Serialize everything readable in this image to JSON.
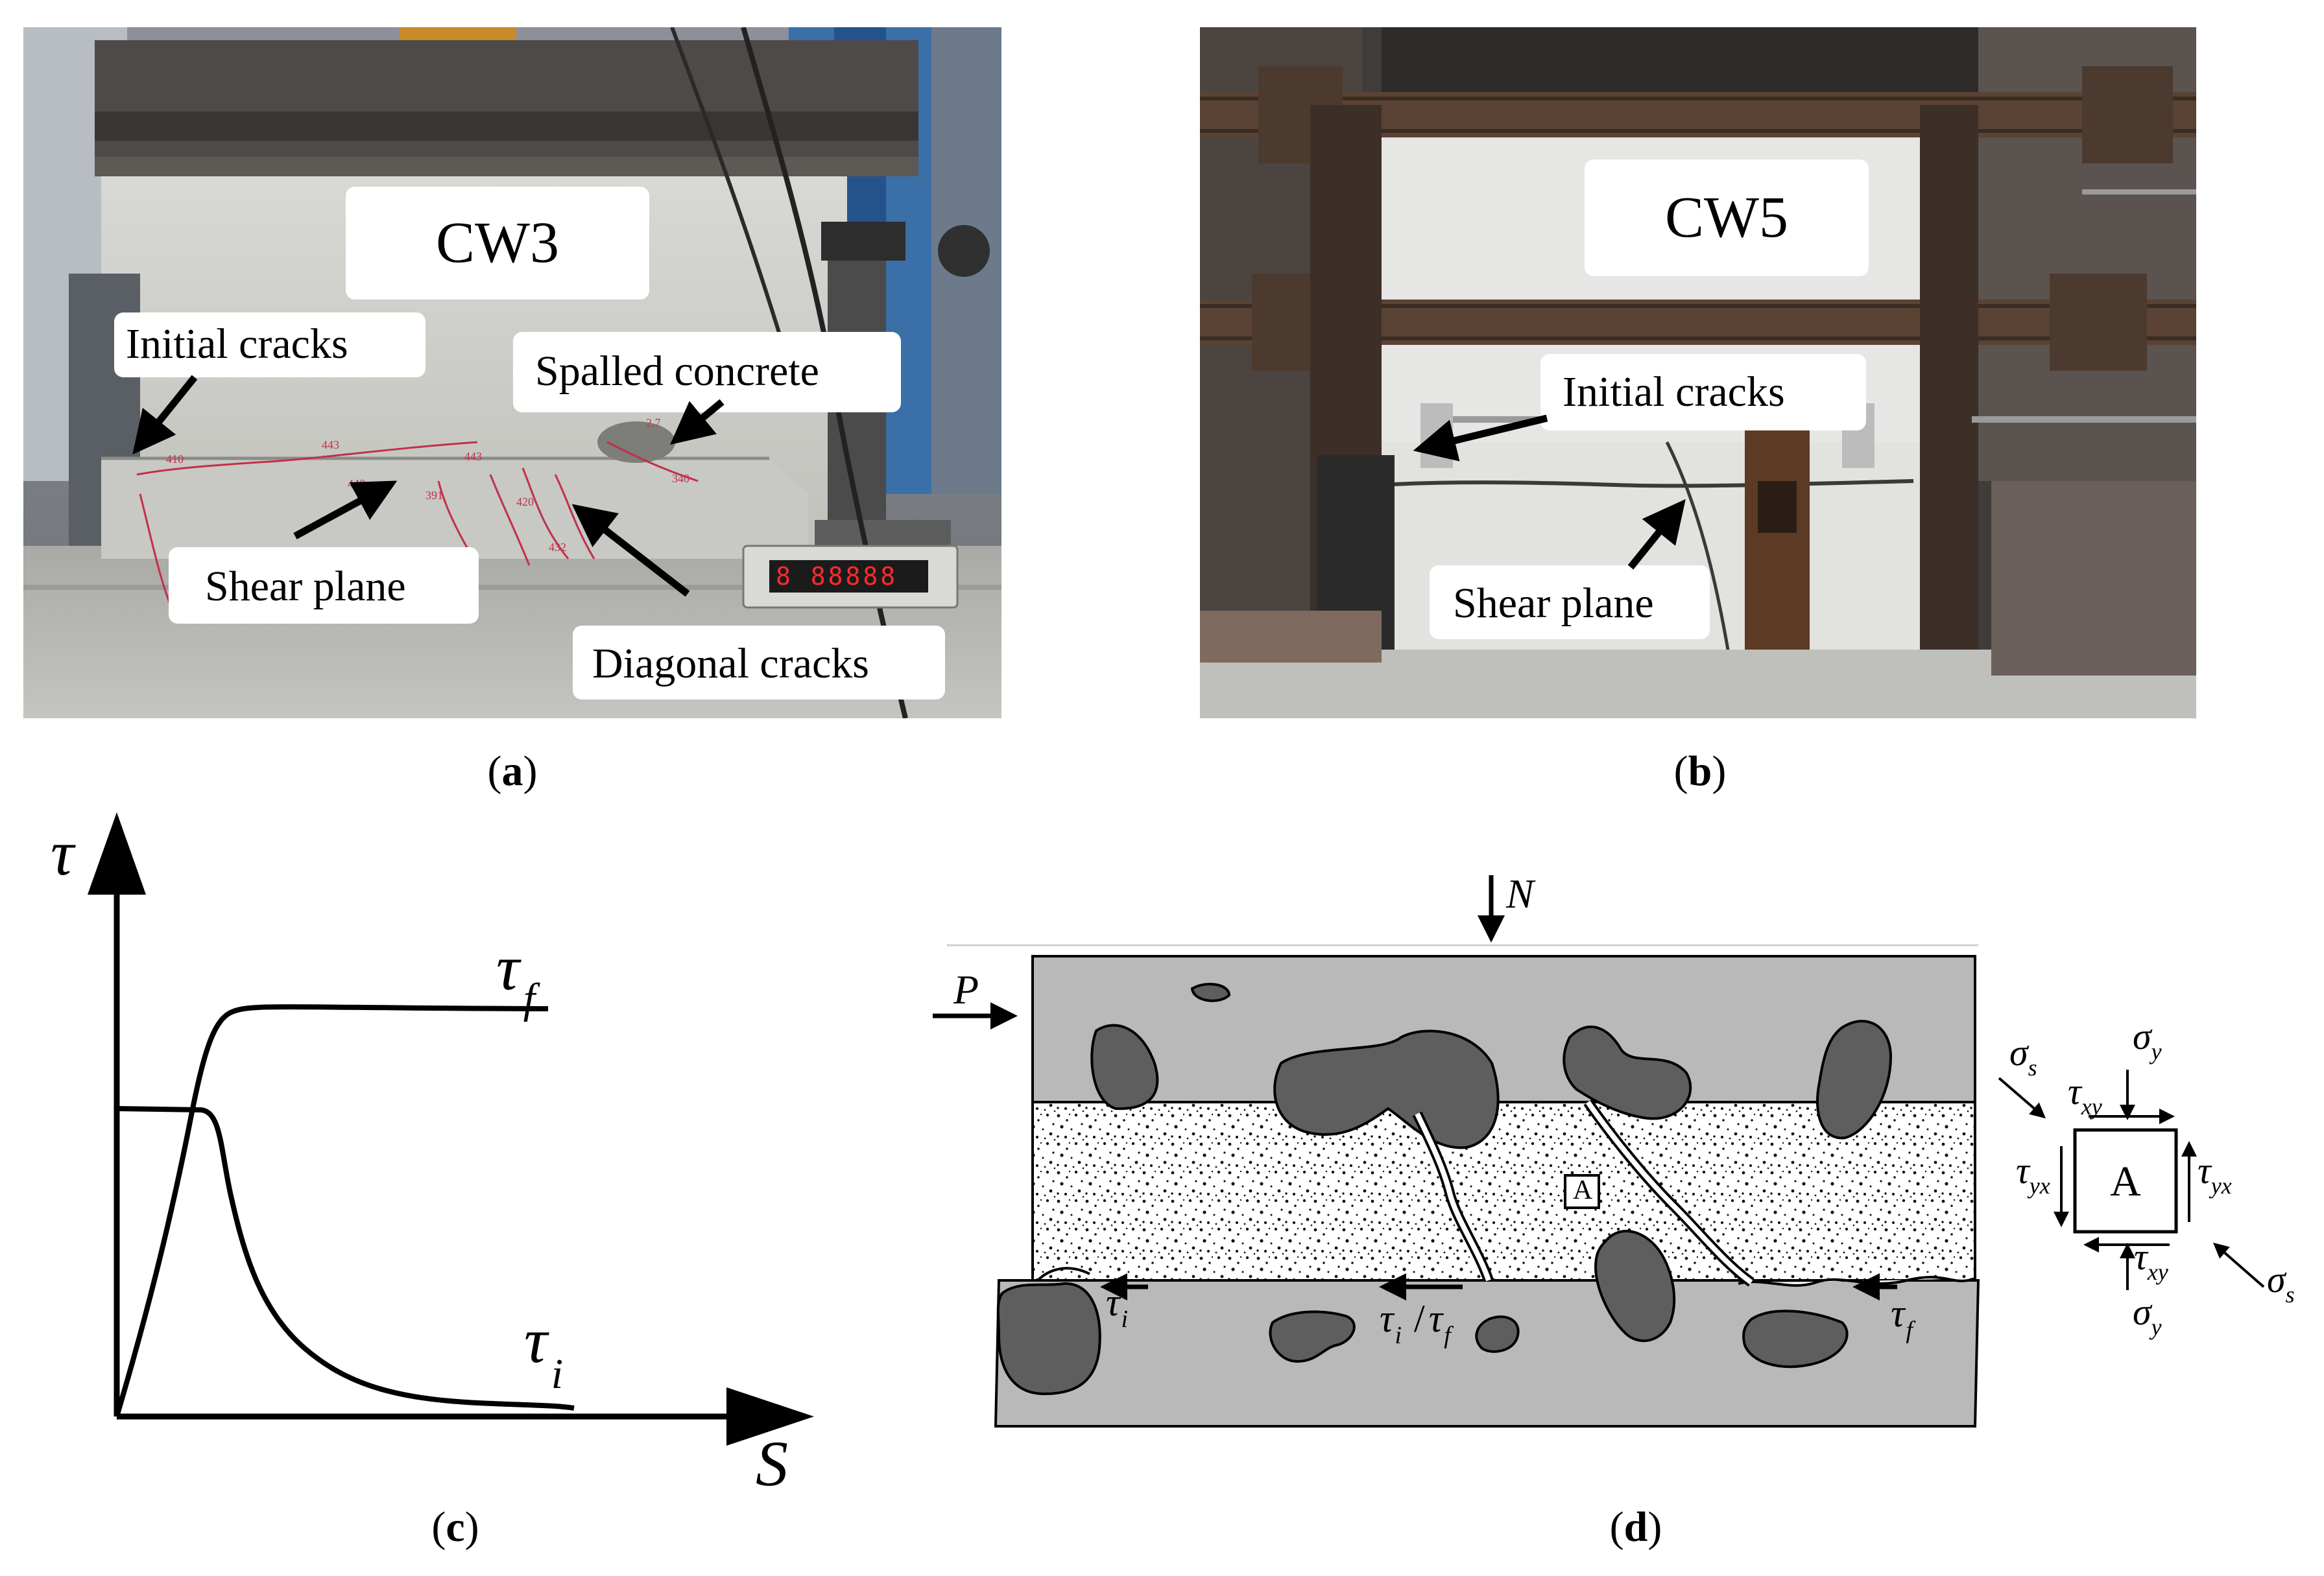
{
  "panels": {
    "a": {
      "label_open": "(",
      "label_letter": "a",
      "label_close": ")",
      "specimen": "CW3",
      "callouts": {
        "initial_cracks": "Initial cracks",
        "spalled_concrete": "Spalled concrete",
        "shear_plane": "Shear plane",
        "diagonal_cracks": "Diagonal cracks"
      },
      "display_readout": "8 88888"
    },
    "b": {
      "label_open": "(",
      "label_letter": "b",
      "label_close": ")",
      "specimen": "CW5",
      "callouts": {
        "initial_cracks": "Initial cracks",
        "shear_plane": "Shear plane"
      }
    },
    "c": {
      "label_open": "(",
      "label_letter": "c",
      "label_close": ")",
      "y_axis_symbol": "τ",
      "x_axis_symbol": "S",
      "curve_f_symbol": "τ",
      "curve_f_subscript": "f",
      "curve_i_symbol": "τ",
      "curve_i_subscript": "i"
    },
    "d": {
      "label_open": "(",
      "label_letter": "d",
      "label_close": ")",
      "normal_force": "N",
      "lateral_force": "P",
      "element_label": "A",
      "interface_left_symbol": "τ",
      "interface_left_subscript": "i",
      "interface_mid_symbol_1": "τ",
      "interface_mid_subscript_1": "i",
      "interface_mid_slash": "/",
      "interface_mid_symbol_2": "τ",
      "interface_mid_subscript_2": "f",
      "interface_right_symbol": "τ",
      "interface_right_subscript": "f",
      "stress": {
        "sigma_s": "σ",
        "sigma_s_sub": "s",
        "sigma_y": "σ",
        "sigma_y_sub": "y",
        "tau_xy": "τ",
        "tau_xy_sub": "xy",
        "tau_yx": "τ",
        "tau_yx_sub": "yx",
        "element": "A"
      }
    }
  },
  "colors": {
    "photo_wall_a": "#cfcfcb",
    "photo_wall_b": "#e6e6e4",
    "steel": "#4a3a30",
    "crack_ink": "#c0304a",
    "diagram_gray": "#b9b9b9",
    "aggregate_gray": "#5e5e5e"
  }
}
